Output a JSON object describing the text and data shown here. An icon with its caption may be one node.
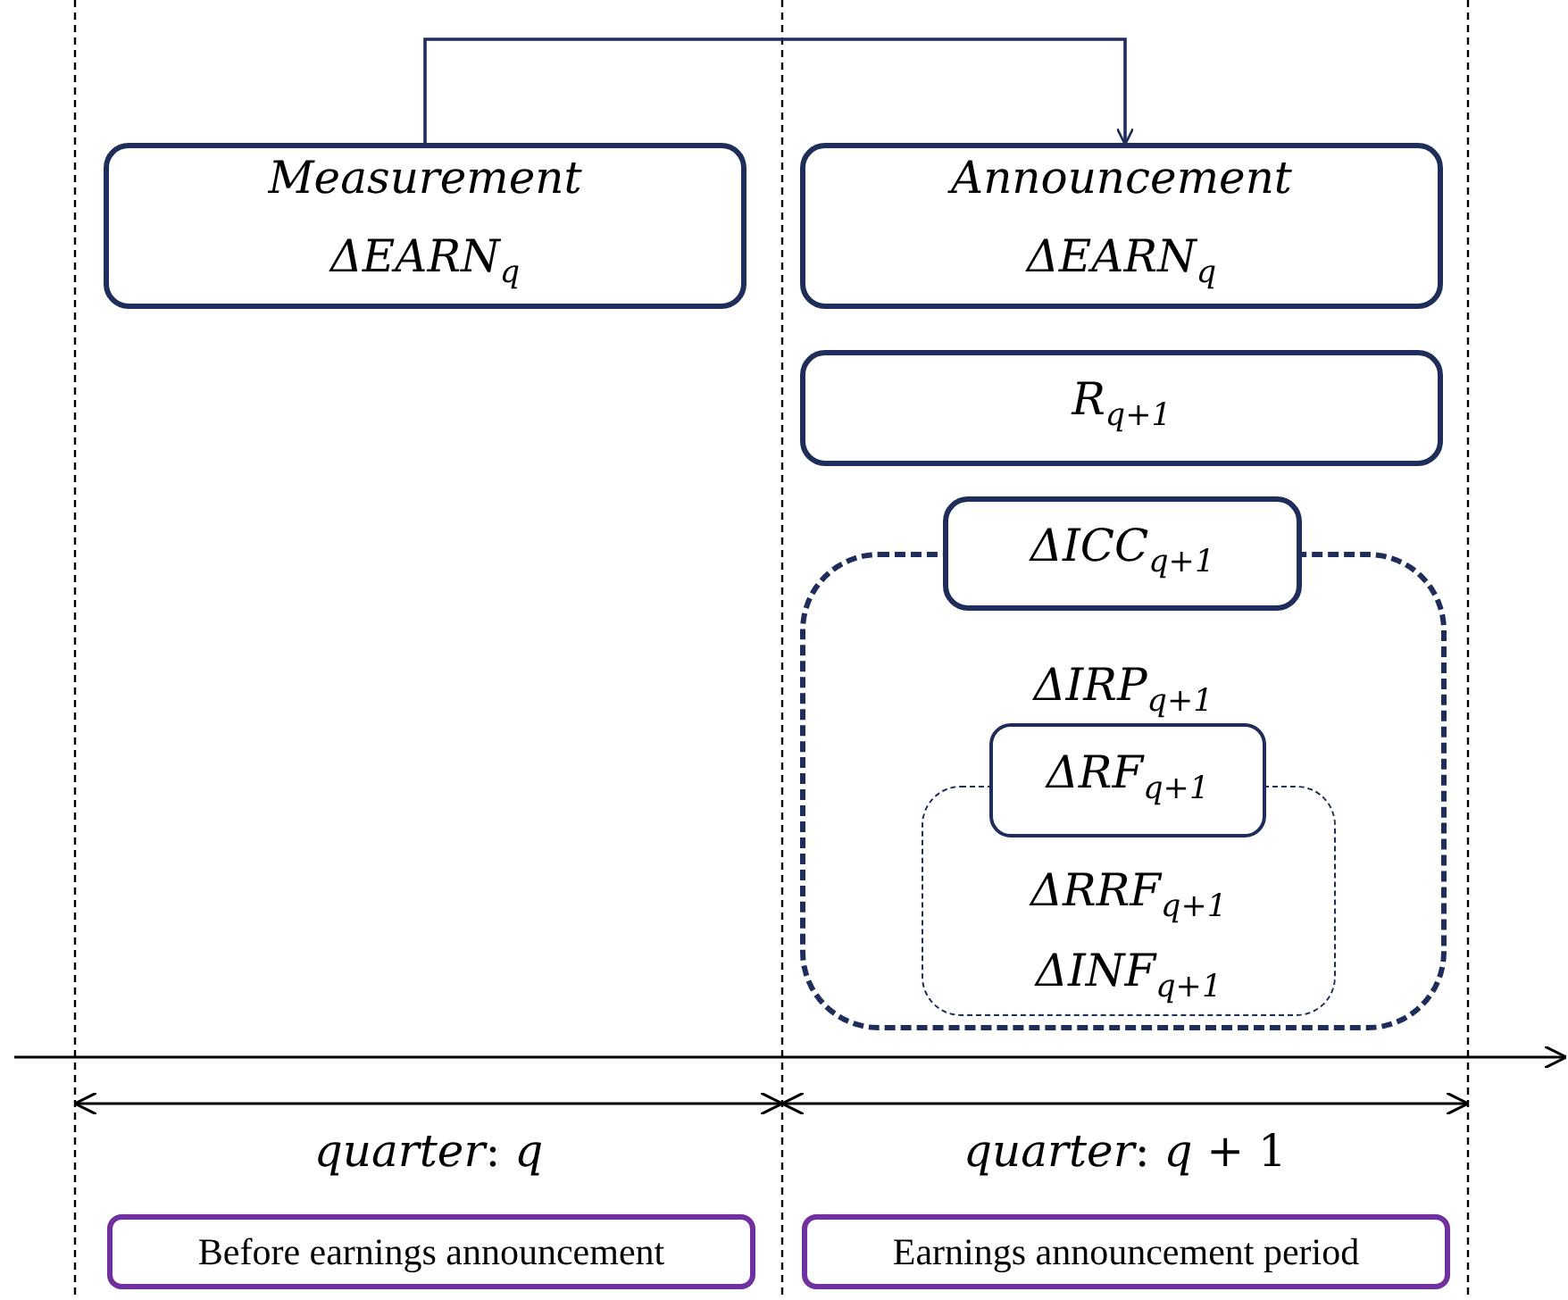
{
  "diagram": {
    "nodes": [
      {
        "text": [
          "Measurement",
          "ΔEARN$_{q}$"
        ]
      },
      {
        "text": [
          "Announcement",
          "ΔEARN$_{q}$"
        ]
      },
      {
        "text": [
          "R$_{q+1}$"
        ]
      },
      {
        "text": [
          "ΔICC$_{q+1}$"
        ]
      },
      {
        "text": [
          "ΔIRP$_{q+1}$"
        ]
      },
      {
        "text": [
          "ΔRF$_{q+1}$"
        ],
        "in": 4
      },
      {
        "text": [
          "ΔRRF$_{q+1}$",
          "ΔINF$_{q+1}$"
        ],
        "in": 4
      },
      {
        "text": [
          "Before earnings announcement"
        ]
      },
      {
        "text": [
          "Earnings announcement period"
        ]
      }
    ],
    "edges": [
      {
        "from": 0,
        "to": 1,
        "arrow": "to"
      }
    ],
    "labels": [
      "*quarter*: *q*",
      "*quarter*: *q* + 1"
    ]
  }
}
